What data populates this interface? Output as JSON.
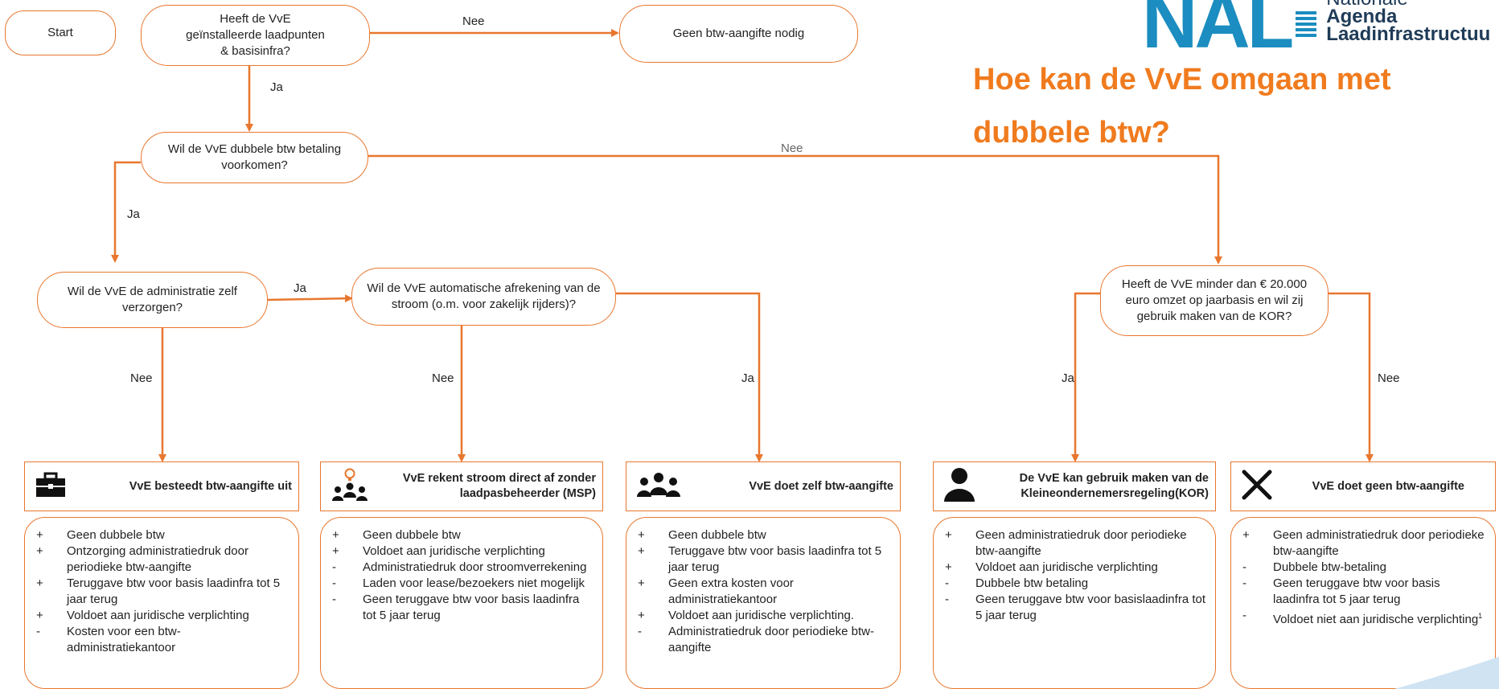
{
  "title": "Hoe kan de VvE omgaan met\ndubbele btw?",
  "logo": {
    "letters": "NAL",
    "line1": "Nationale",
    "line2": "Agenda",
    "line3": "Laadinfrastructuu"
  },
  "nodes": {
    "start": "Start",
    "q1": "Heeft de VvE\ngeïnstalleerde laadpunten\n& basisinfra?",
    "no_vat": "Geen btw-aangifte nodig",
    "q2": "Wil de VvE dubbele btw betaling\nvoorkomen?",
    "q3": "Wil de VvE de administratie zelf\nverzorgen?",
    "q4": "Wil de VvE automatische afrekening van de\nstroom (o.m. voor zakelijk rijders)?",
    "q5": "Heeft de VvE  minder dan € 20.000\neuro omzet op jaarbasis en wil zij\ngebruik maken van de KOR?"
  },
  "labels": {
    "q1_nee": "Nee",
    "q1_ja": "Ja",
    "q2_nee": "Nee",
    "q2_ja": "Ja",
    "q3_ja": "Ja",
    "q3_nee": "Nee",
    "q4_nee": "Nee",
    "q4_ja": "Ja",
    "q5_ja": "Ja",
    "q5_nee": "Nee"
  },
  "colors": {
    "accent": "#E8772E",
    "title": "#F07B1E",
    "logo_blue": "#1B8DC0",
    "logo_text": "#1F3B57"
  },
  "cards": [
    {
      "title": "VvE besteedt btw-aangifte uit",
      "icon": "briefcase-icon",
      "items": [
        {
          "sign": "+",
          "text": "Geen dubbele btw"
        },
        {
          "sign": "+",
          "text": "Ontzorging administratiedruk door periodieke btw-aangifte"
        },
        {
          "sign": "+",
          "text": "Teruggave btw voor basis laadinfra tot 5 jaar terug"
        },
        {
          "sign": "+",
          "text": "Voldoet aan juridische verplichting"
        },
        {
          "sign": "-",
          "text": "Kosten voor een btw-administratiekantoor"
        }
      ]
    },
    {
      "title": "VvE rekent stroom direct af zonder\nlaadpasbeheerder (MSP)",
      "icon": "group-idea-icon",
      "items": [
        {
          "sign": "+",
          "text": "Geen dubbele btw"
        },
        {
          "sign": "+",
          "text": "Voldoet aan juridische verplichting"
        },
        {
          "sign": "-",
          "text": "Administratiedruk door stroomverrekening"
        },
        {
          "sign": "-",
          "text": "Laden voor lease/bezoekers niet mogelijk"
        },
        {
          "sign": "-",
          "text": "Geen teruggave btw voor basis laadinfra tot 5 jaar terug"
        }
      ]
    },
    {
      "title": "VvE doet zelf btw-aangifte",
      "icon": "group-icon",
      "items": [
        {
          "sign": "+",
          "text": "Geen dubbele btw"
        },
        {
          "sign": "+",
          "text": "Teruggave btw voor basis laadinfra tot 5 jaar terug"
        },
        {
          "sign": "+",
          "text": "Geen extra kosten voor administratiekantoor"
        },
        {
          "sign": "+",
          "text": "Voldoet aan juridische verplichting."
        },
        {
          "sign": "-",
          "text": "Administratiedruk door periodieke btw-aangifte"
        }
      ]
    },
    {
      "title": "De VvE kan gebruik maken van de\nKleineondernemersregeling(KOR)",
      "icon": "person-icon",
      "items": [
        {
          "sign": "+",
          "text": "Geen administratiedruk door periodieke btw-aangifte"
        },
        {
          "sign": "+",
          "text": "Voldoet aan juridische verplichting"
        },
        {
          "sign": "-",
          "text": "Dubbele btw betaling"
        },
        {
          "sign": "-",
          "text": "Geen teruggave btw voor basislaadinfra tot 5 jaar terug"
        }
      ]
    },
    {
      "title": "VvE doet geen btw-aangifte",
      "icon": "cross-icon",
      "items": [
        {
          "sign": "+",
          "text": "Geen administratiedruk door periodieke btw-aangifte"
        },
        {
          "sign": "-",
          "text": "Dubbele btw-betaling"
        },
        {
          "sign": "-",
          "text": "Geen teruggave btw voor basis laadinfra tot 5 jaar terug"
        },
        {
          "sign": "-",
          "text": "Voldoet niet aan juridische verplichting",
          "sup": "1"
        }
      ]
    }
  ]
}
